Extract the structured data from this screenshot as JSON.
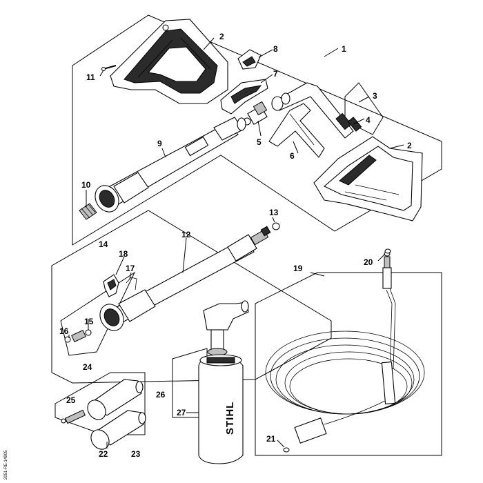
{
  "diagram": {
    "callouts": [
      "1",
      "2",
      "2",
      "3",
      "4",
      "5",
      "6",
      "7",
      "8",
      "9",
      "10",
      "11",
      "12",
      "13",
      "14",
      "15",
      "16",
      "17",
      "18",
      "19",
      "20",
      "21",
      "22",
      "23",
      "24",
      "25",
      "26",
      "27"
    ],
    "bottle_brand": "STIHL",
    "side_code": "2051-RE-14905"
  }
}
